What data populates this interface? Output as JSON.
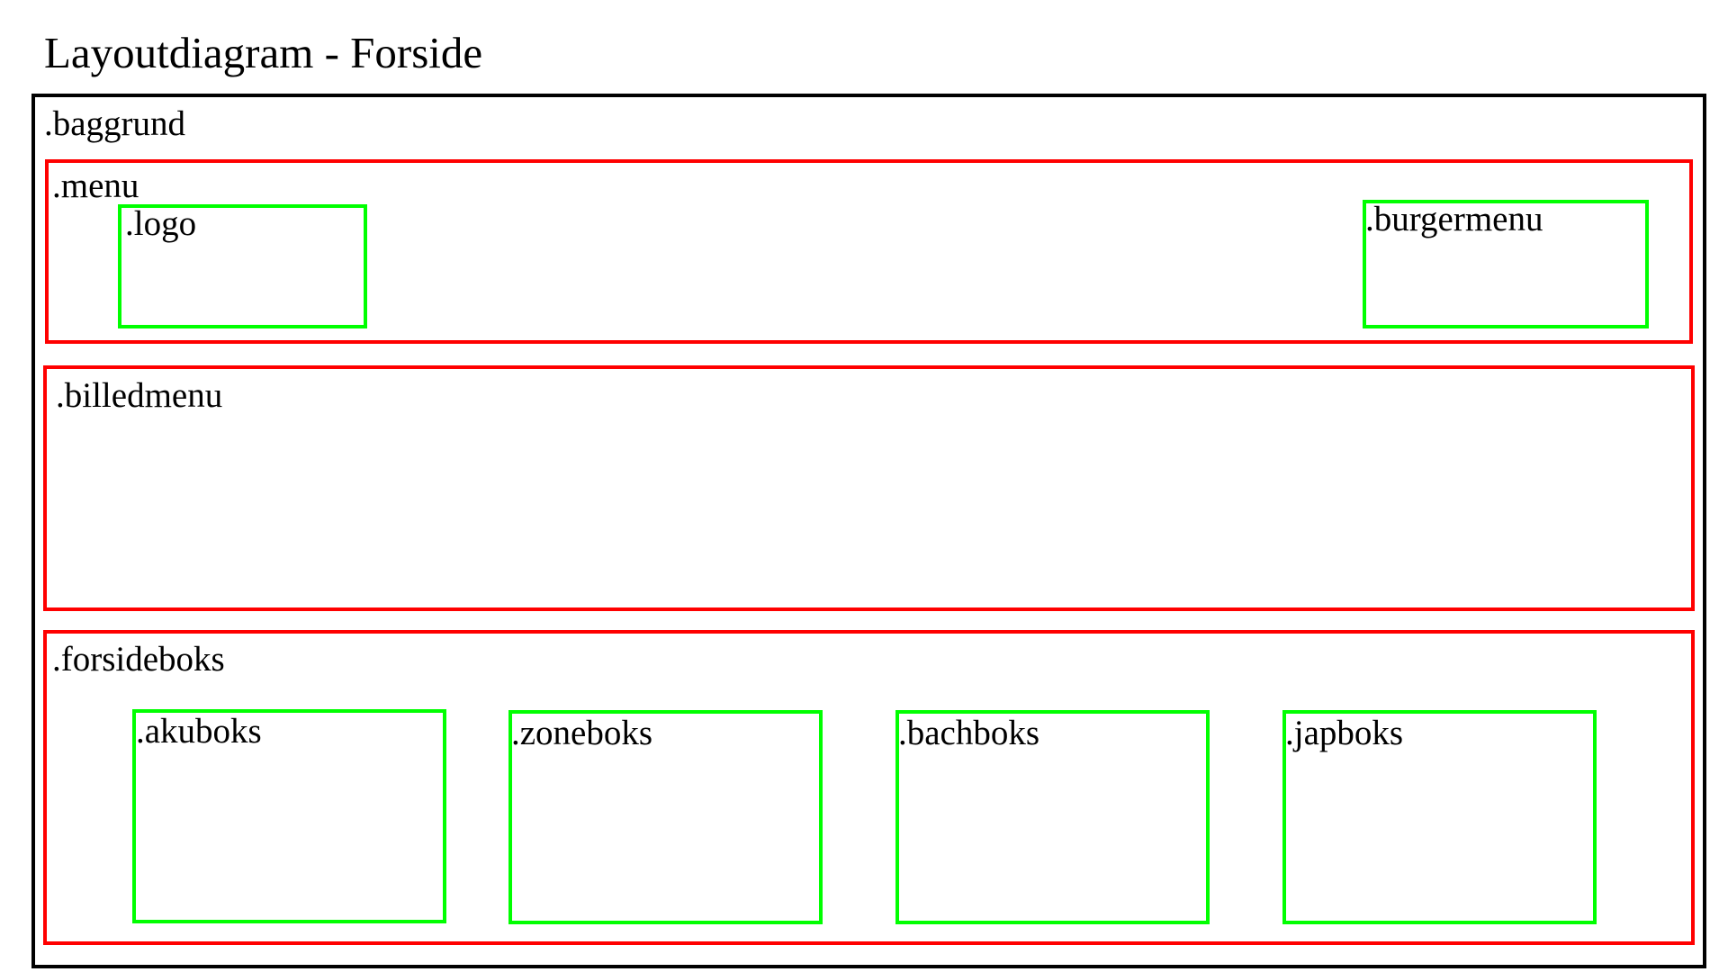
{
  "title": "Layoutdiagram - Forside",
  "colors": {
    "outer": "#000000",
    "section": "#ff0000",
    "element": "#00ff00"
  },
  "boxes": {
    "baggrund": ".baggrund",
    "menu": ".menu",
    "logo": ".logo",
    "burgermenu": ".burgermenu",
    "billedmenu": ".billedmenu",
    "forsideboks": ".forsideboks",
    "akuboks": ".akuboks",
    "zoneboks": ".zoneboks",
    "bachboks": ".bachboks",
    "japboks": ".japboks"
  }
}
